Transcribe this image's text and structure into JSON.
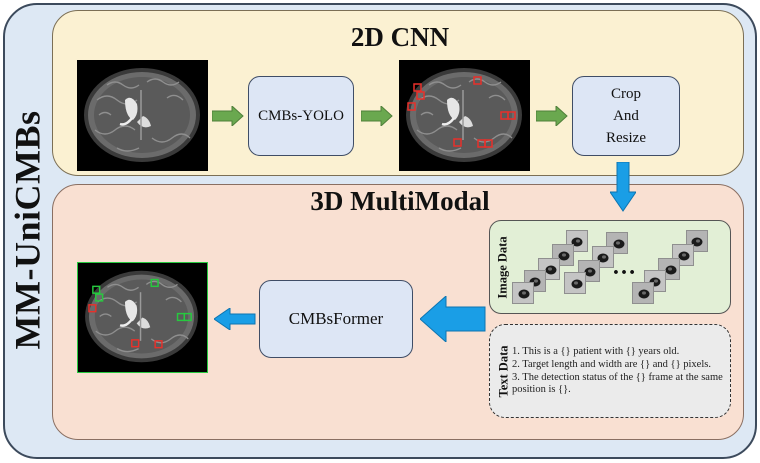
{
  "framework_title": "MM-UniCMBs",
  "section_2d": {
    "title": "2D CNN",
    "yolo_label": "CMBs-YOLO",
    "crop_label": [
      "Crop",
      "And",
      "Resize"
    ]
  },
  "section_3d": {
    "title": "3D MultiModal",
    "former_label": "CMBsFormer",
    "image_data_label": "Image Data",
    "ellipsis": "…",
    "text_data_label": "Text Data",
    "text_lines": [
      "1. This is a  {}  patient with {} years old.",
      "2. Target length and width are {} and {} pixels.",
      "3. The detection status of the {} frame at the same position is {}."
    ]
  },
  "colors": {
    "outer_bg": "#dde8f4",
    "top_panel_bg": "#fbf1d2",
    "bottom_panel_bg": "#f9e0d2",
    "process_box": "#dde6f5",
    "green_arrow": "#6aa84f",
    "blue_arrow": "#1a9ee6",
    "detection_red": "#e8302a",
    "detection_green": "#27c93f"
  },
  "icons": [
    "brain-mri-image",
    "green-right-arrow",
    "blue-down-arrow",
    "blue-left-arrow"
  ]
}
